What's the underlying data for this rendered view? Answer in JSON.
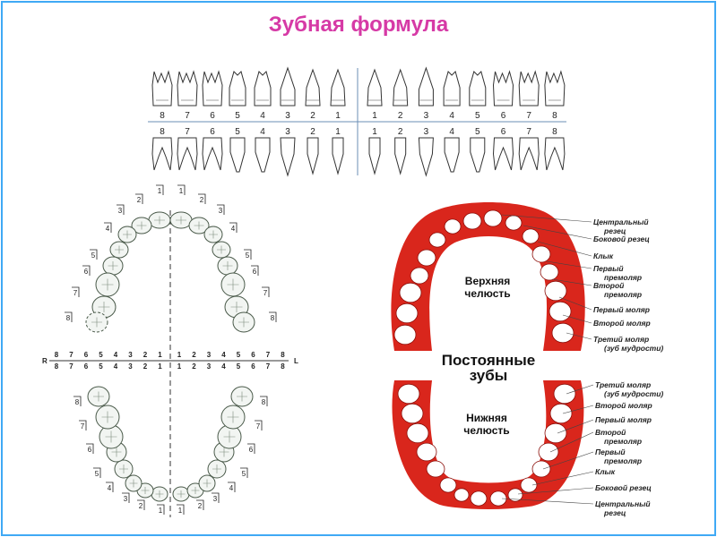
{
  "title": "Зубная формула",
  "formula": {
    "upper_numbers": [
      "8",
      "7",
      "6",
      "5",
      "4",
      "3",
      "2",
      "1",
      "1",
      "2",
      "3",
      "4",
      "5",
      "6",
      "7",
      "8"
    ],
    "lower_numbers": [
      "8",
      "7",
      "6",
      "5",
      "4",
      "3",
      "2",
      "1",
      "1",
      "2",
      "3",
      "4",
      "5",
      "6",
      "7",
      "8"
    ]
  },
  "arch_chart": {
    "right_label": "R",
    "left_label": "L",
    "row_top": [
      "8",
      "7",
      "6",
      "5",
      "4",
      "3",
      "2",
      "1",
      "1",
      "2",
      "3",
      "4",
      "5",
      "6",
      "7",
      "8"
    ],
    "row_bottom": [
      "8",
      "7",
      "6",
      "5",
      "4",
      "3",
      "2",
      "1",
      "1",
      "2",
      "3",
      "4",
      "5",
      "6",
      "7",
      "8"
    ],
    "upper_box_labels": [
      "8",
      "7",
      "6",
      "5",
      "4",
      "3",
      "2",
      "1",
      "1",
      "2",
      "3",
      "4",
      "5",
      "6",
      "7",
      "8"
    ],
    "lower_box_labels": [
      "8",
      "7",
      "6",
      "5",
      "4",
      "3",
      "2",
      "1",
      "1",
      "2",
      "3",
      "4",
      "5",
      "6",
      "7",
      "8"
    ]
  },
  "permanent_teeth": {
    "center_title_line1": "Постоянные",
    "center_title_line2": "зубы",
    "upper_jaw_line1": "Верхняя",
    "upper_jaw_line2": "челюсть",
    "lower_jaw_line1": "Нижняя",
    "lower_jaw_line2": "челюсть",
    "upper_labels": [
      [
        "Центральный",
        "резец"
      ],
      [
        "Боковой резец"
      ],
      [
        "Клык"
      ],
      [
        "Первый",
        "премоляр"
      ],
      [
        "Второй",
        "премоляр"
      ],
      [
        "Первый моляр"
      ],
      [
        "Второй моляр"
      ],
      [
        "Третий моляр",
        "(зуб мудрости)"
      ]
    ],
    "lower_labels": [
      [
        "Третий моляр",
        "(зуб мудрости)"
      ],
      [
        "Второй моляр"
      ],
      [
        "Первый моляр"
      ],
      [
        "Второй",
        "премоляр"
      ],
      [
        "Первый",
        "премоляр"
      ],
      [
        "Клык"
      ],
      [
        "Боковой резец"
      ],
      [
        "Центральный",
        "резец"
      ]
    ],
    "colors": {
      "gum": "#d9261c",
      "tooth": "#ffffff"
    }
  }
}
